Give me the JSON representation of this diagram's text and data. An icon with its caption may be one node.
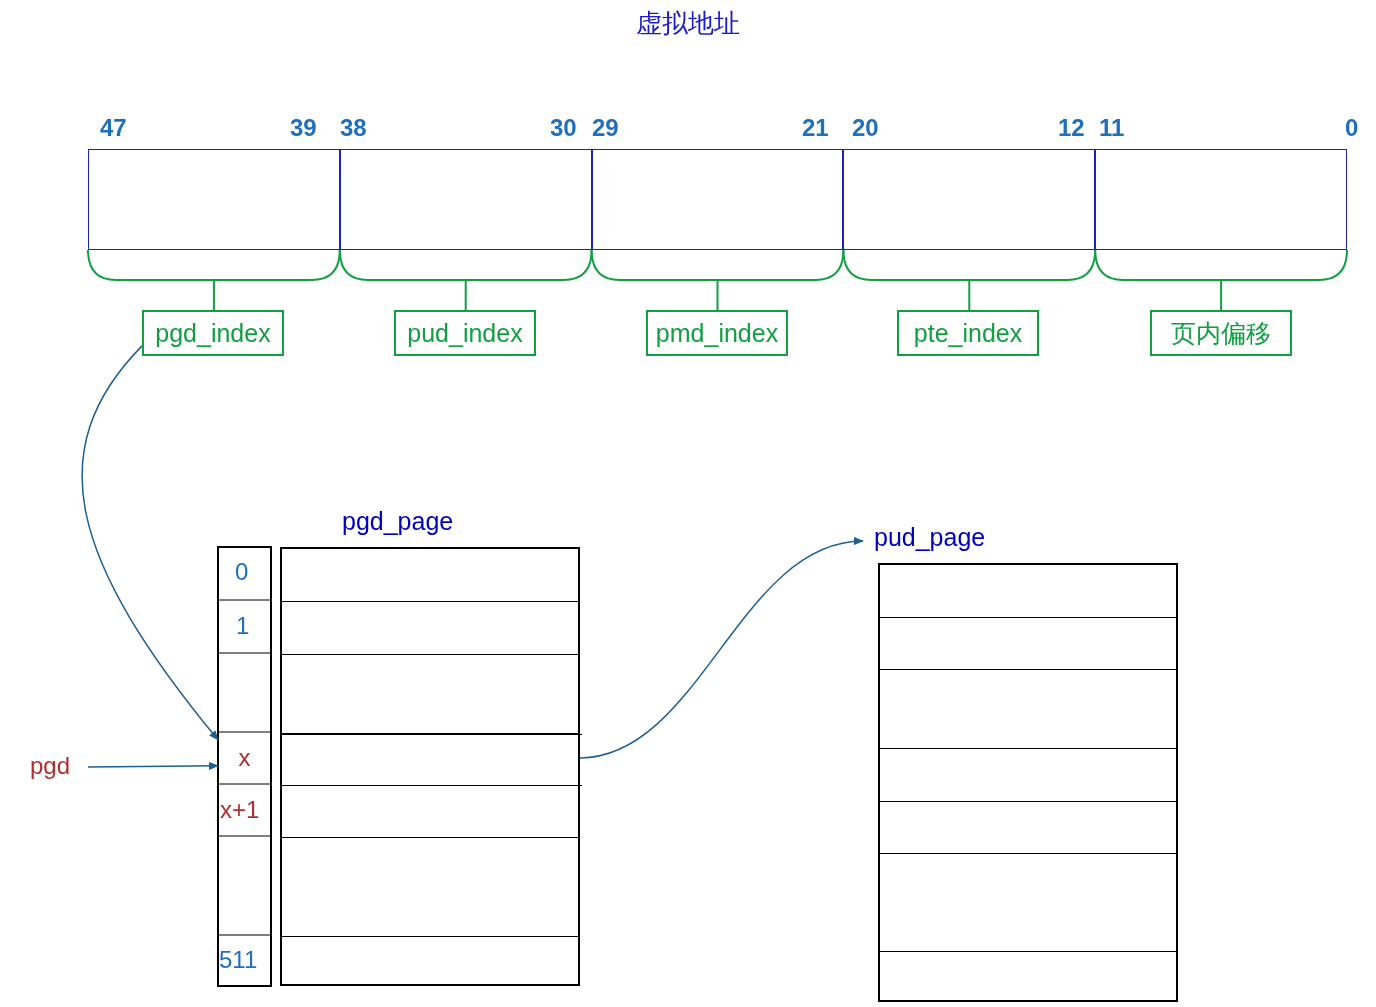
{
  "diagram": {
    "title": "虚拟地址",
    "nodes": [
      {
        "text": [],
        "shape": "box"
      },
      {
        "text": [],
        "shape": "box"
      },
      {
        "text": [],
        "shape": "box"
      },
      {
        "text": [],
        "shape": "box"
      },
      {
        "text": [],
        "shape": "box"
      },
      {
        "text": [
          "pgd_index"
        ]
      },
      {
        "text": [
          "pud_index"
        ]
      },
      {
        "text": [
          "pmd_index"
        ]
      },
      {
        "text": [
          "pte_index"
        ]
      },
      {
        "text": [
          "页内偏移"
        ]
      },
      {
        "text": [
          "pgd_page"
        ]
      },
      {
        "text": [
          "pud_page"
        ]
      },
      {
        "text": [
          "pgd"
        ]
      },
      {
        "text": [
          "x"
        ]
      },
      {
        "text": [],
        "shape": "box",
        "in": 10
      }
    ],
    "edges": [
      {
        "from": 5,
        "to": 13,
        "arrow": "to"
      },
      {
        "from": 12,
        "to": 13,
        "arrow": "to"
      },
      {
        "from": 14,
        "to": 11,
        "arrow": "to"
      }
    ],
    "labels": [
      "47",
      "39",
      "38",
      "30",
      "29",
      "21",
      "20",
      "12",
      "11",
      "0",
      "0",
      "1",
      "x+1",
      "511"
    ]
  }
}
